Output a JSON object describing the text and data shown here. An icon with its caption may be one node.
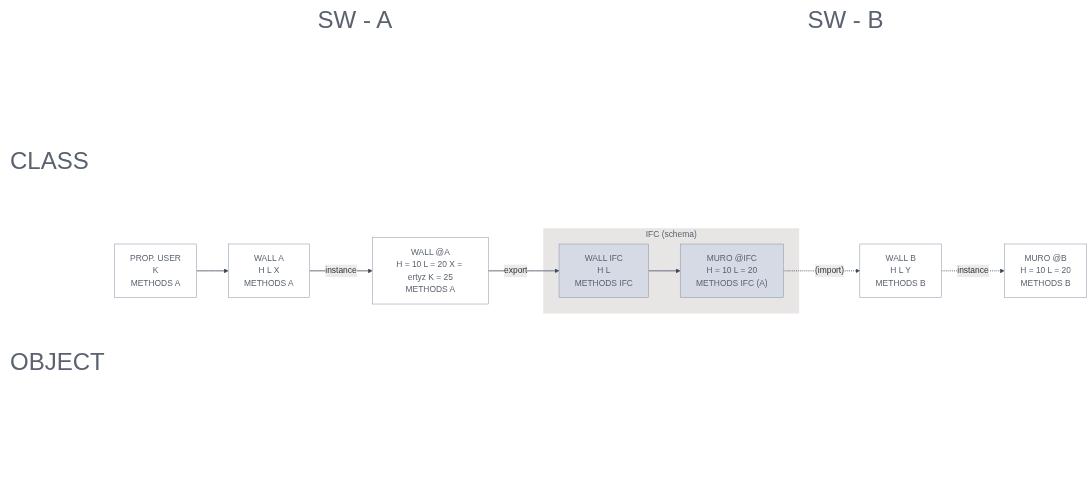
{
  "diagram": {
    "nodes": [
      {
        "text": [
          "PROP. USER",
          "K",
          "METHODS A"
        ]
      },
      {
        "text": [
          "WALL A",
          "H L X",
          "METHODS A"
        ]
      },
      {
        "text": [
          "WALL @A",
          "H = 10 L = 20 X = ertyz K = 25",
          "METHODS A"
        ]
      },
      {
        "text": [
          "IFC (schema)"
        ]
      },
      {
        "text": [
          "WALL IFC",
          "H L",
          "METHODS IFC"
        ],
        "in": 3
      },
      {
        "text": [
          "MURO @IFC",
          "H = 10 L = 20",
          "METHODS IFC (A)"
        ],
        "in": 3
      },
      {
        "text": [
          "WALL B",
          "H L Y",
          "METHODS B"
        ]
      },
      {
        "text": [
          "MURO @B",
          "H = 10 L = 20",
          "METHODS B"
        ]
      }
    ],
    "edges": [
      {
        "from": 0,
        "to": 1,
        "arrow": "to"
      },
      {
        "from": 1,
        "to": 2,
        "arrow": "to",
        "label": "instance"
      },
      {
        "from": 2,
        "to": 4,
        "arrow": "to",
        "label": "export"
      },
      {
        "from": 4,
        "to": 5,
        "arrow": "to"
      },
      {
        "from": 5,
        "to": 6,
        "arrow": "to",
        "label": "(import)",
        "style": "dashed"
      },
      {
        "from": 6,
        "to": 7,
        "arrow": "to",
        "label": "instance",
        "style": "dashed"
      }
    ],
    "labels": [
      "SW - A",
      "SW - B",
      "CLASS",
      "OBJECT"
    ]
  }
}
